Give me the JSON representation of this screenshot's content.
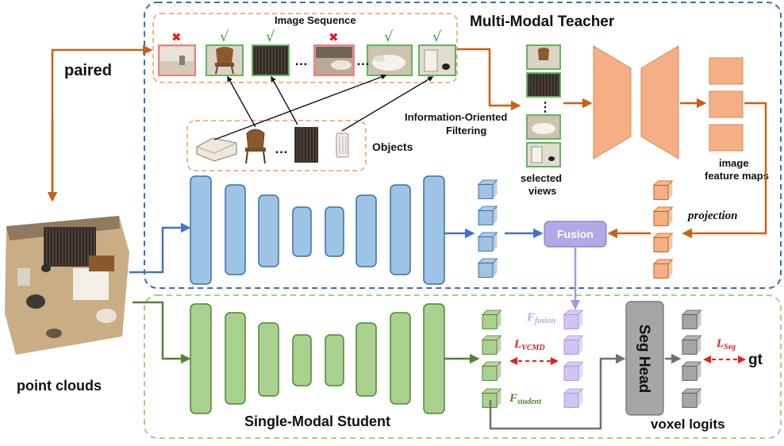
{
  "labels": {
    "teacher_title": "Multi-Modal Teacher",
    "image_sequence": "Image Sequence",
    "paired": "paired",
    "objects": "Objects",
    "filtering_line1": "Information-Oriented",
    "filtering_line2": "Filtering",
    "selected_line1": "selected",
    "selected_line2": "views",
    "feature_line1": "image",
    "feature_line2": "feature maps",
    "projection": "projection",
    "fusion": "Fusion",
    "point_clouds": "point clouds",
    "student_title": "Single-Modal Student",
    "seg_head": "Seg Head",
    "voxel_logits": "voxel logits",
    "gt": "gt",
    "ellipsis": "…",
    "vdots": "⋮"
  },
  "math": {
    "f_fusion": {
      "main": "F",
      "sub": "fusion"
    },
    "l_vcmd": {
      "main": "L",
      "sub": "VCMD"
    },
    "f_student": {
      "main": "F",
      "sub": "student"
    },
    "l_seg": {
      "main": "L",
      "sub": "Seg"
    }
  },
  "marks": {
    "check": "√",
    "cross": "✖"
  },
  "colors": {
    "teacher_border": "#3d6fa8",
    "student_border": "#a6cd8a",
    "orange": "#c8601a",
    "orange_fill": "#f4b084",
    "blue_fill": "#9dc3e6",
    "blue_stroke": "#3c6fa0",
    "green_fill": "#a9d18e",
    "green_stroke": "#548235",
    "fusion_fill": "#b4a7e5",
    "fusion_text": "#8a78d0",
    "purple_cube": "#d2c4f0",
    "gray_fill": "#a6a6a6",
    "red": "#e02020",
    "check_green": "#3aa03a"
  }
}
